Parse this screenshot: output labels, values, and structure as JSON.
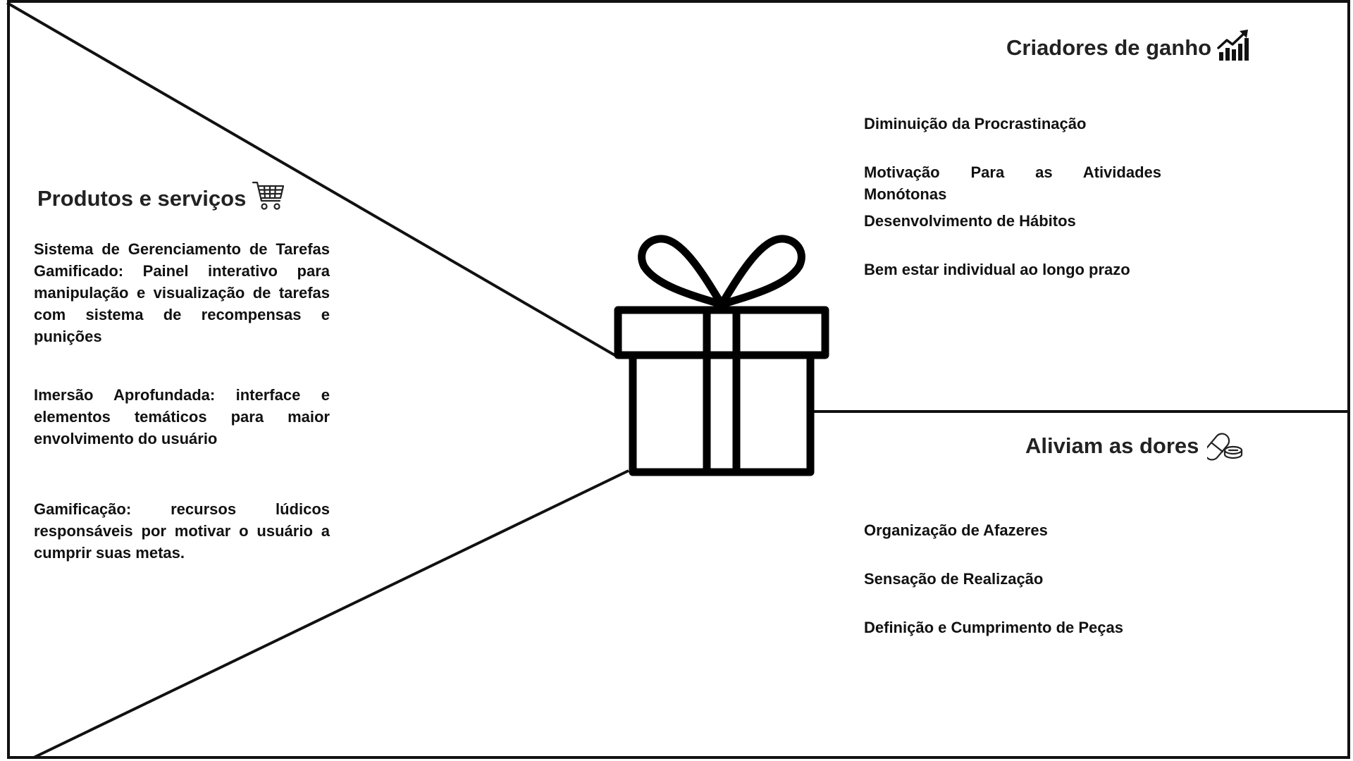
{
  "products": {
    "title": "Produtos e serviços",
    "icon": "shopping-cart-icon",
    "items": [
      "Sistema de Gerenciamento de Tarefas Gamificado: Painel interativo para manipulação e visualização de tarefas com sistema de recompensas e punições",
      "Imersão Aprofundada: interface e elementos temáticos para maior envolvimento do usuário",
      "Gamificação: recursos lúdicos responsáveis por motivar o usuário a cumprir suas metas."
    ]
  },
  "gain_creators": {
    "title": "Criadores de ganho",
    "icon": "growth-chart-icon",
    "items": [
      "Diminuição da Procrastinação",
      "Motivação Para as Atividades Monótonas",
      "Desenvolvimento de Hábitos",
      "Bem estar individual ao longo prazo"
    ]
  },
  "pain_relievers": {
    "title": "Aliviam as dores",
    "icon": "pill-icon",
    "items": [
      "Organização de Afazeres",
      "Sensação de Realização",
      "Definição e Cumprimento de Peças"
    ]
  },
  "center": {
    "icon": "gift-icon"
  }
}
